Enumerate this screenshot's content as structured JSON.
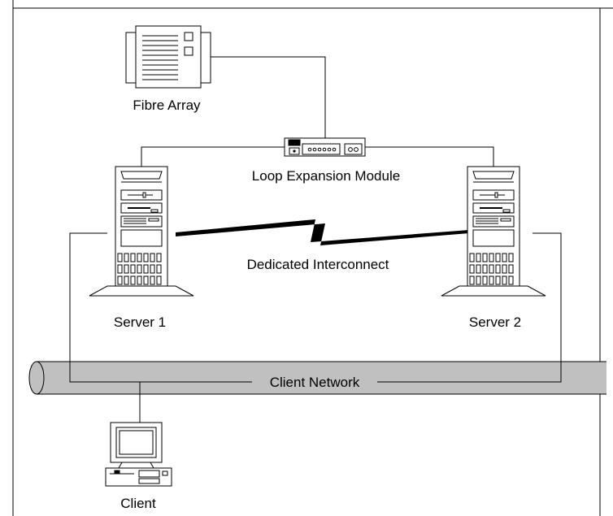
{
  "labels": {
    "fibre_array": "Fibre Array",
    "loop_expansion_module": "Loop Expansion Module",
    "server_1": "Server 1",
    "server_2": "Server 2",
    "dedicated_interconnect": "Dedicated Interconnect",
    "client_network": "Client Network",
    "client": "Client"
  },
  "colors": {
    "line": "#000000",
    "network_tube": "#c0c0c0",
    "background": "#ffffff"
  }
}
